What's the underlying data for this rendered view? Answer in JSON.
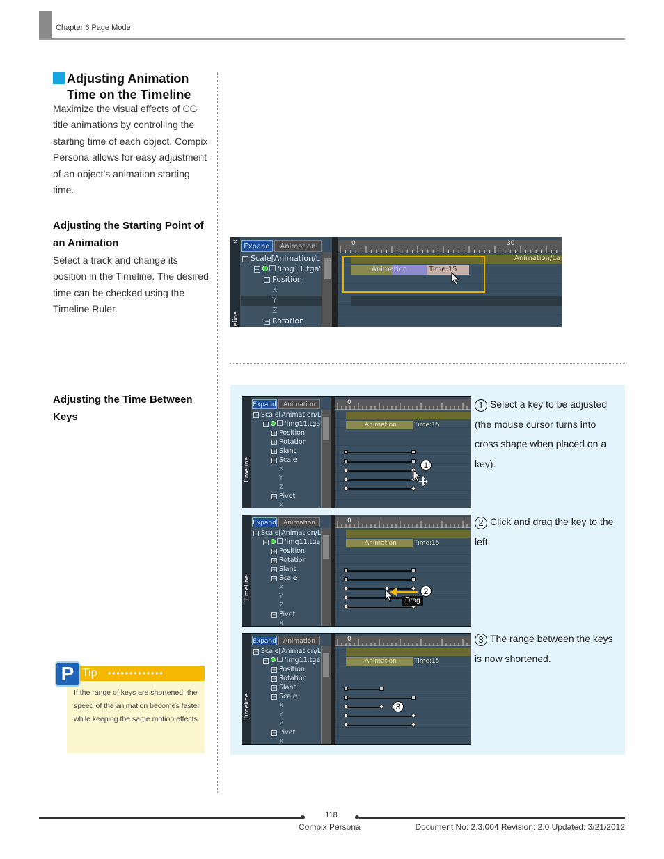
{
  "header": {
    "chapter": "Chapter 6 Page Mode"
  },
  "section": {
    "title_line1": "Adjusting Animation",
    "title_line2": "Time on the Timeline",
    "intro": "Maximize the visual effects of CG title animations by controlling the starting time of each object. Compix Persona allows for easy adjustment of an object’s animation starting time."
  },
  "sub1": {
    "title": "Adjusting the Starting Point of an Animation",
    "text": "Select a track and change its position in the Timeline. The desired time can be checked using the Timeline Ruler."
  },
  "sub2": {
    "title": "Adjusting the Time Between Keys"
  },
  "timeline_main": {
    "close": "×",
    "tab_expand": "Expand",
    "tab_animation": "Animation",
    "vertical_label": "eline",
    "tree": [
      "Scale[Animation/L",
      "'img11.tga'",
      "Position",
      "X",
      "Y",
      "Z",
      "Rotation"
    ],
    "ruler_0": "0",
    "ruler_30": "30",
    "track_label": "Animation/La",
    "anim_label": "Animation",
    "time_label": "Time:15"
  },
  "timeline_small": {
    "tab_expand": "Expand",
    "tab_animation": "Animation",
    "vertical_label": "Timeline",
    "tree": [
      "Scale[Animation/L",
      "'img11.tga'",
      "Position",
      "Rotation",
      "Slant",
      "Scale",
      "X",
      "Y",
      "Z",
      "Pivot",
      "X"
    ],
    "ruler_0": "0",
    "anim_label": "Animation",
    "time_label": "Time:15",
    "drag_label": "Drag"
  },
  "steps": [
    {
      "num": "1",
      "text": "Select a key to be adjusted (the mouse cursor turns into cross shape when placed on a key)."
    },
    {
      "num": "2",
      "text": "Click and drag the key to the left."
    },
    {
      "num": "3",
      "text": "The range between the keys is now shortened."
    }
  ],
  "tip": {
    "logo": "P",
    "label": "Tip",
    "dots": "•••••••••••••",
    "text": "If the range of keys are shortened, the speed of the animation becomes faster while keeping the same motion effects."
  },
  "footer": {
    "page": "118",
    "product": "Compix Persona",
    "doc": "Document No: 2.3.004 Revision: 2.0 Updated: 3/21/2012"
  },
  "colors": {
    "accent": "#17a6e0",
    "tip": "#f5b800",
    "highlight": "#e8b300"
  }
}
